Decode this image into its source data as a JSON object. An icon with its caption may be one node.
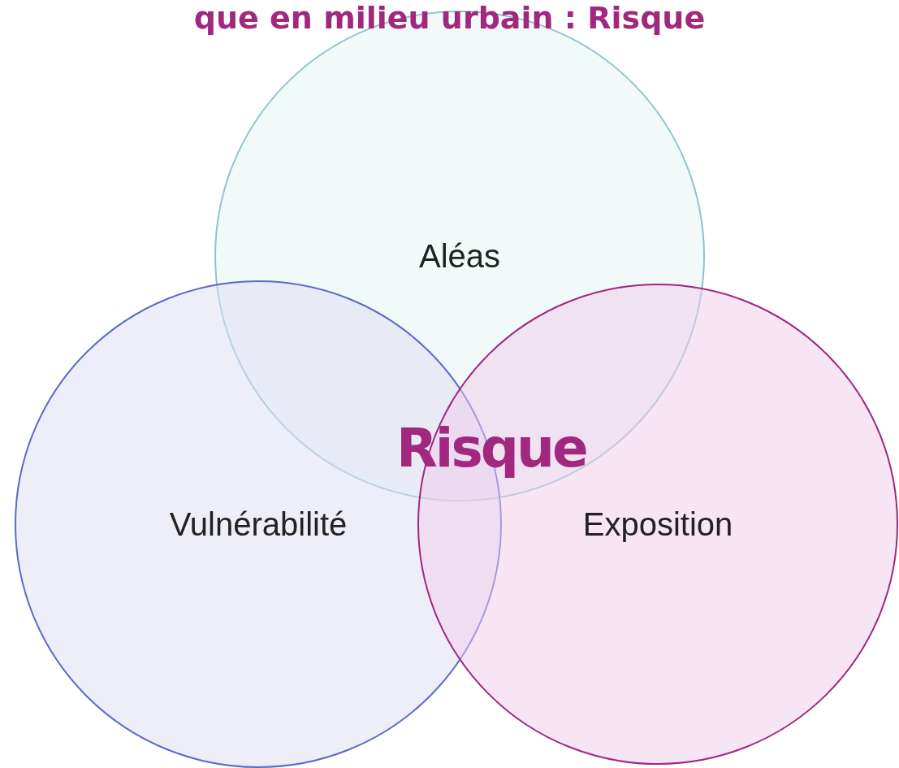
{
  "diagram": {
    "title": "que en milieu urbain : Risque",
    "nodes": [
      {
        "text": [
          "Aléas"
        ]
      },
      {
        "text": [
          "Vulnérabilité"
        ]
      },
      {
        "text": [
          "Exposition"
        ]
      }
    ],
    "labels": [
      "Risque"
    ]
  }
}
